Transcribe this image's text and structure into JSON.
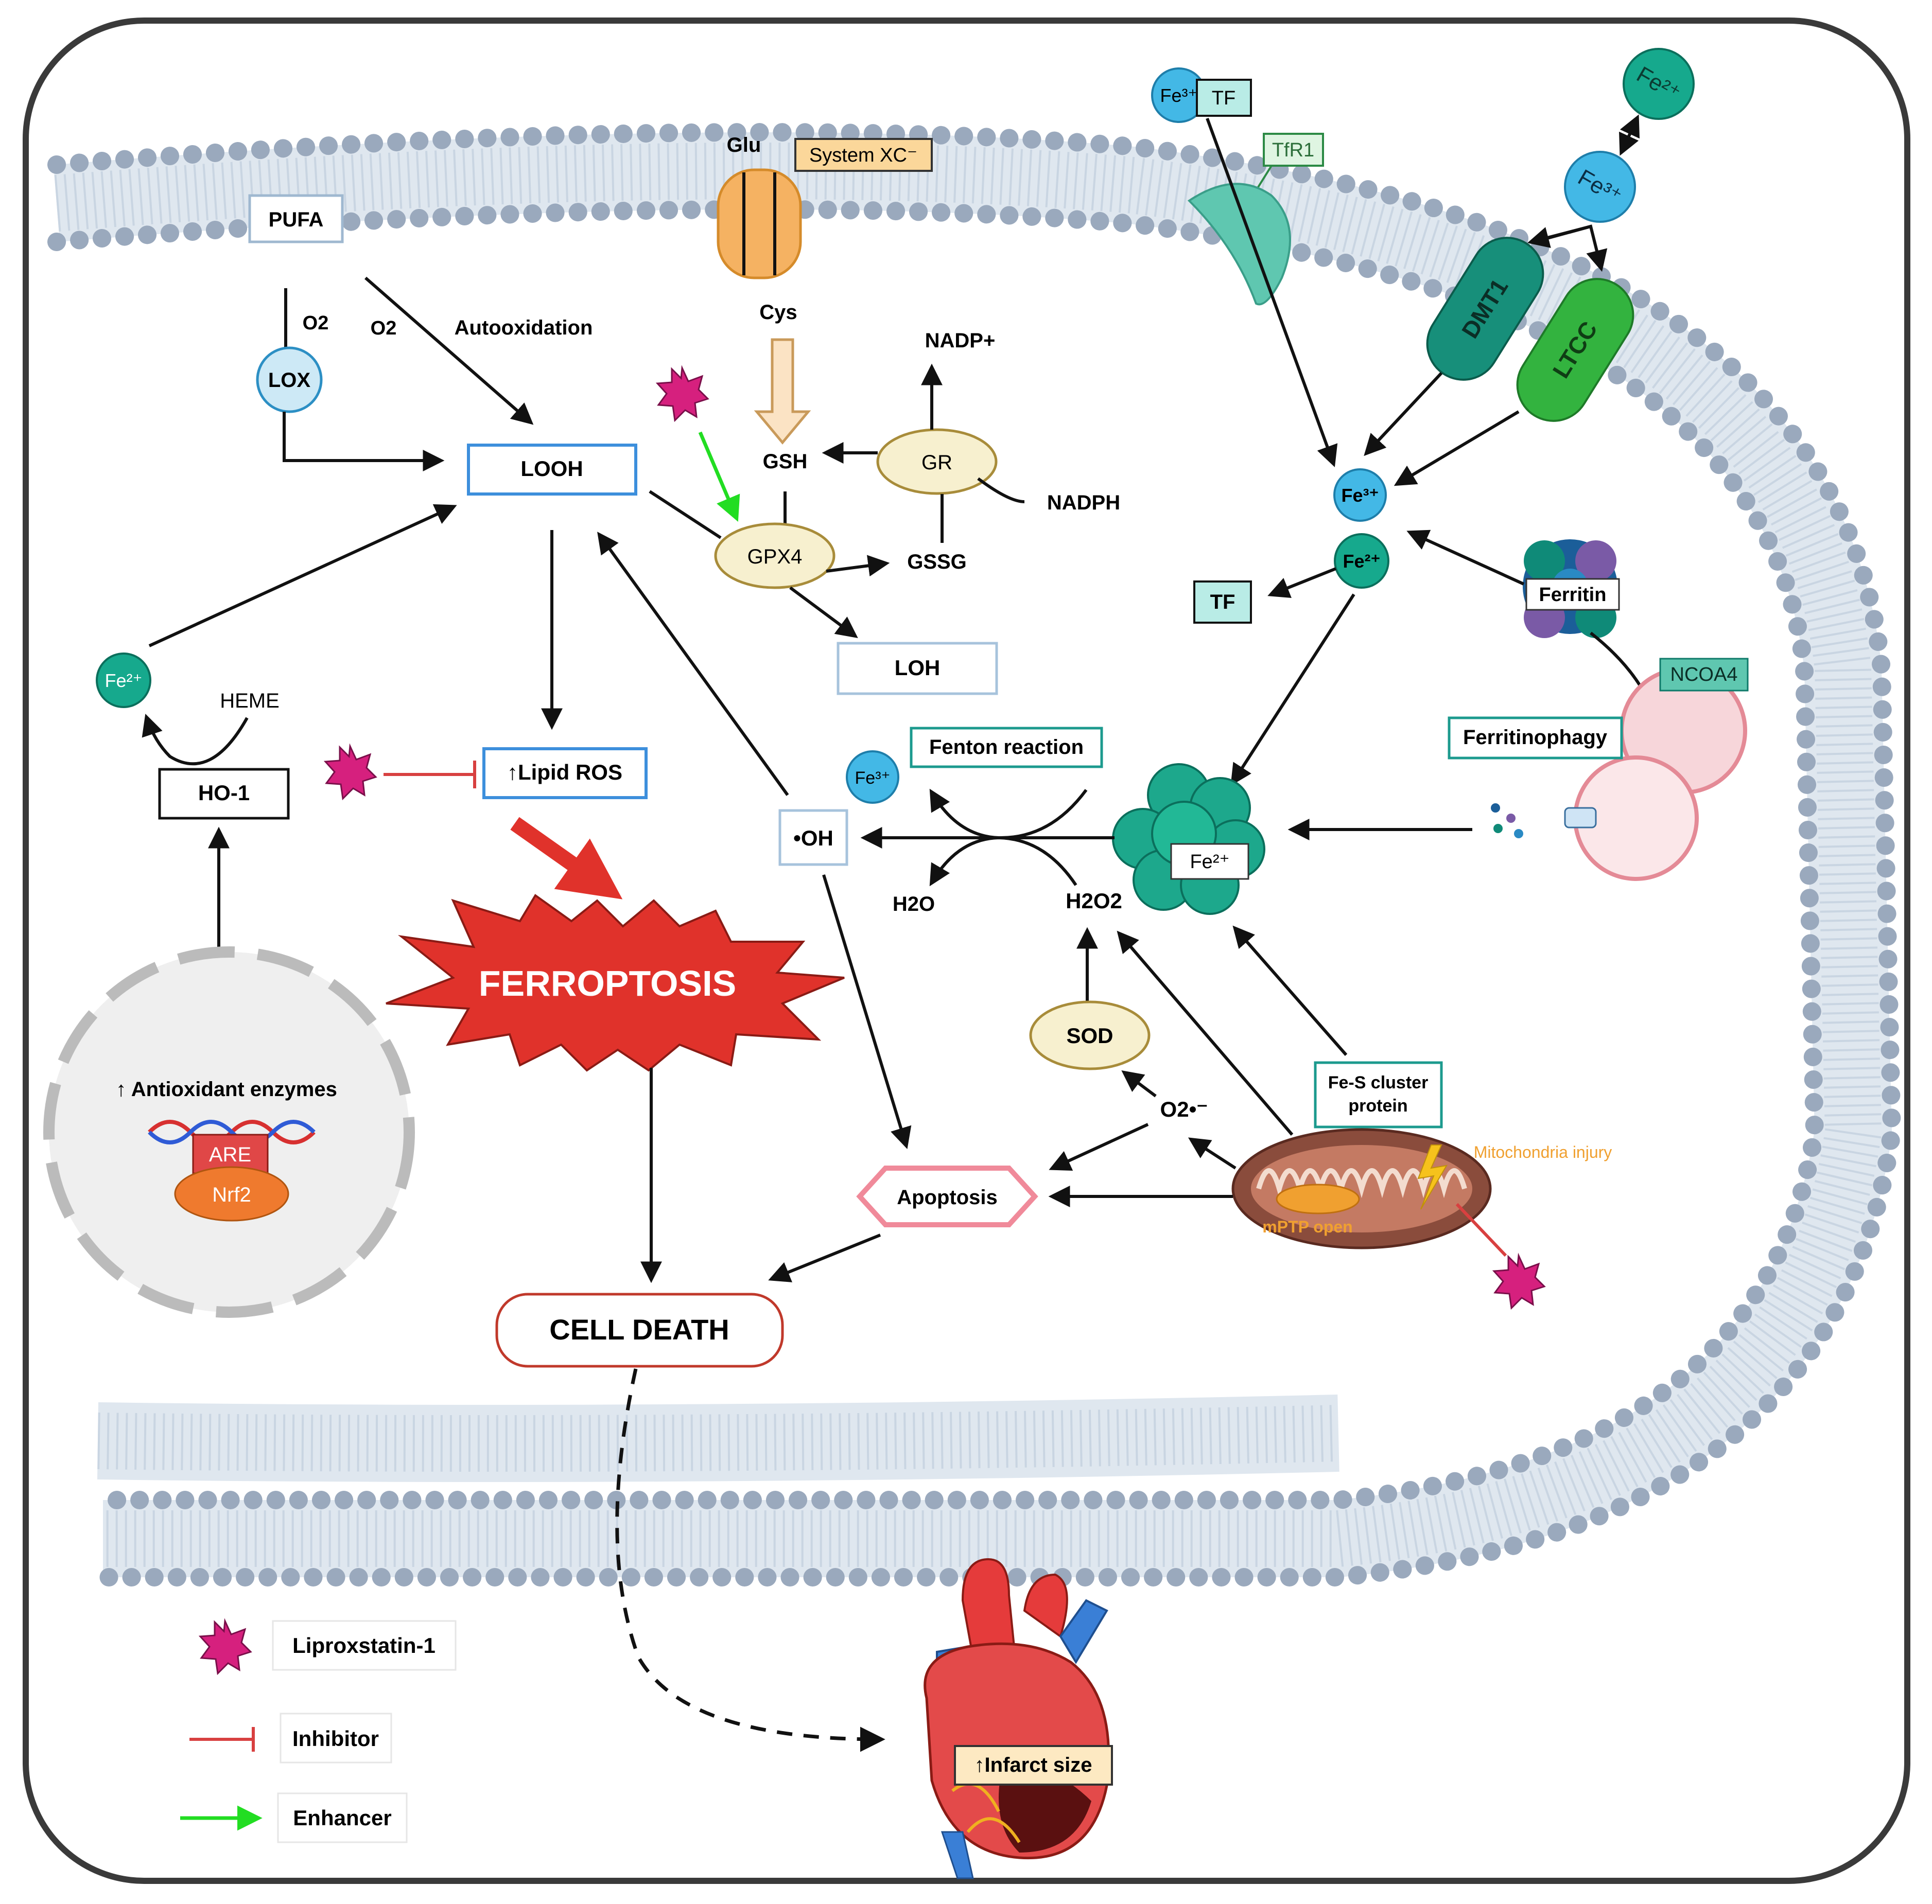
{
  "colors": {
    "membrane_head": "#9aa9bd",
    "membrane_tail": "#c9d5e2",
    "fe3_ion": "#43b8e6",
    "fe2_ion": "#16a98d",
    "liproxstatin": "#d6207e",
    "inhibitor": "#d84040",
    "enhancer": "#22dd22",
    "ferroptosis_burst": "#e0322b",
    "frame": "#3a3a3a",
    "teal_box": "#1c9a8e",
    "blue_box": "#3d8fdc"
  },
  "labels": {
    "pufa": "PUFA",
    "o2_a": "O2",
    "o2_b": "O2",
    "autoxidation": "Autooxidation",
    "lox": "LOX",
    "looh": "LOOH",
    "glu": "Glu",
    "system_xc": "System XC⁻",
    "cys": "Cys",
    "nadp": "NADP+",
    "gsh": "GSH",
    "gr": "GR",
    "nadph": "NADPH",
    "gpx4": "GPX4",
    "gssg": "GSSG",
    "loh": "LOH",
    "lipid_ros": "↑Lipid ROS",
    "ferroptosis": "FERROPTOSIS",
    "heme": "HEME",
    "ho1": "HO-1",
    "antioxidant": "↑ Antioxidant enzymes",
    "are": "ARE",
    "nrf2": "Nrf2",
    "cell_death": "CELL DEATH",
    "fe3_tf": "Fe³⁺",
    "tf_top": "TF",
    "tfr1": "TfR1",
    "dmt1": "DMT1",
    "ltcc": "LTCC",
    "fe3_mid": "Fe³⁺",
    "fe2_mid": "Fe²⁺",
    "tf_mid": "TF",
    "ferritin": "Ferritin",
    "ncoa4": "NCOA4",
    "ferritinophagy": "Ferritinophagy",
    "fenton": "Fenton reaction",
    "fe3_fenton": "Fe³⁺",
    "oh": "•OH",
    "h2o": "H2O",
    "h2o2": "H2O2",
    "fe2_cluster": "Fe²⁺",
    "sod": "SOD",
    "fes_line1": "Fe-S cluster",
    "fes_line2": "protein",
    "superoxide": "O2•⁻",
    "apoptosis": "Apoptosis",
    "mito_injury": "Mitochondria injury",
    "mptp": "mPTP open",
    "fe2_left": "Fe²⁺",
    "fe2_topright": "Fe²⁺",
    "fe3_topright": "Fe³⁺",
    "infarct": "↑Infarct size"
  },
  "legend": {
    "liproxstatin": "Liproxstatin-1",
    "inhibitor": "Inhibitor",
    "enhancer": "Enhancer"
  }
}
